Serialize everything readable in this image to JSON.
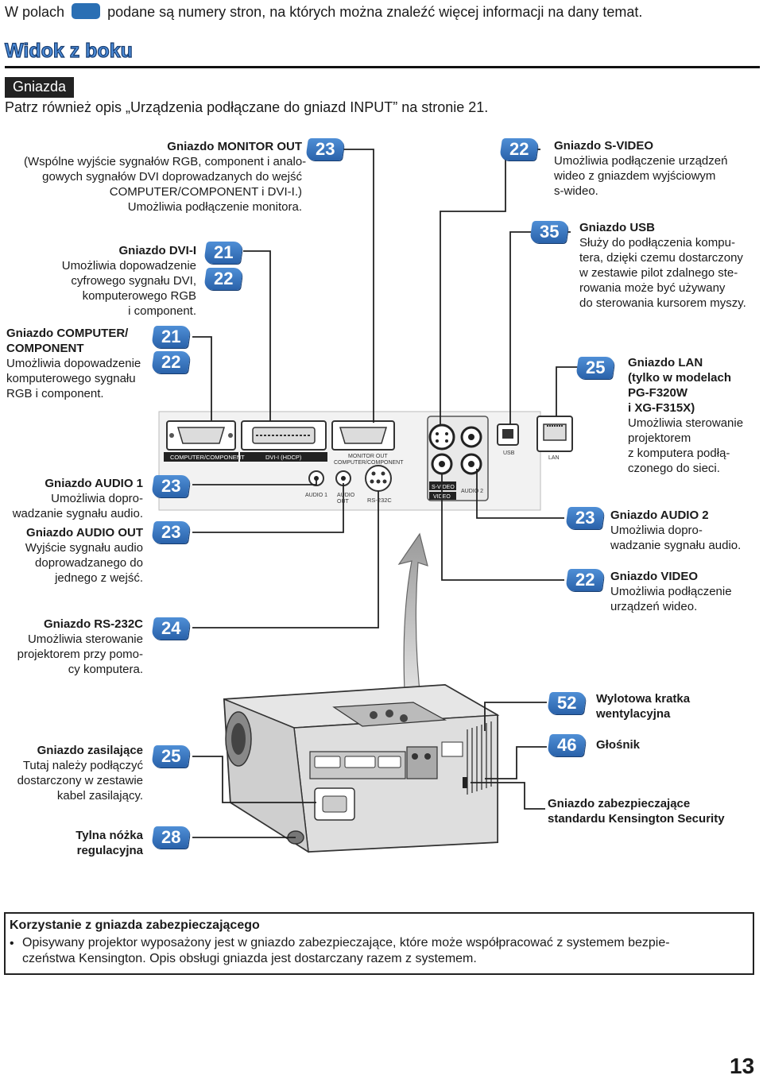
{
  "header": {
    "intro_before": "W polach",
    "page_icon": "page-number-badge",
    "intro_after": "podane są numery stron, na których można znaleźć więcej informacji na dany temat.",
    "section_title": "Widok z boku",
    "subsection": "Gniazda",
    "see_also": "Patrz również opis „Urządzenia podłączane do gniazd INPUT” na stronie 21."
  },
  "labels": {
    "monitor_out": {
      "title": "Gniazdo MONITOR OUT",
      "lines": [
        "(Wspólne wyjście sygnałów RGB, component i analo-",
        "gowych sygnałów DVI doprowadzanych do wejść",
        "COMPUTER/COMPONENT i DVI-I.)",
        "Umożliwia podłączenie monitora."
      ],
      "pages": [
        "23"
      ]
    },
    "dvi_i": {
      "title": "Gniazdo DVI-I",
      "lines": [
        "Umożliwia dopowadzenie",
        "cyfrowego sygnału DVI,",
        "komputerowego RGB",
        "i component."
      ],
      "pages": [
        "21",
        "22"
      ]
    },
    "computer_component": {
      "title_lines": [
        "Gniazdo COMPUTER/",
        "COMPONENT"
      ],
      "lines": [
        "Umożliwia dopowadzenie",
        "komputerowego sygnału",
        "RGB i component."
      ],
      "pages": [
        "21",
        "22"
      ]
    },
    "audio1": {
      "title": "Gniazdo AUDIO 1",
      "lines": [
        "Umożliwia dopro-",
        "wadzanie sygnału audio."
      ],
      "pages": [
        "23"
      ]
    },
    "audio_out": {
      "title": "Gniazdo AUDIO OUT",
      "lines": [
        "Wyjście sygnału audio",
        "doprowadzanego do",
        "jednego z wejść."
      ],
      "pages": [
        "23"
      ]
    },
    "rs232c": {
      "title": "Gniazdo RS-232C",
      "lines": [
        "Umożliwia sterowanie",
        "projektorem przy pomo-",
        "cy komputera."
      ],
      "pages": [
        "24"
      ]
    },
    "power": {
      "title": "Gniazdo  zasilające",
      "lines": [
        "Tutaj należy podłączyć",
        "dostarczony w zestawie",
        "kabel zasilający."
      ],
      "pages": [
        "25"
      ]
    },
    "foot": {
      "title_lines": [
        "Tylna nóżka",
        "regulacyjna"
      ],
      "pages": [
        "28"
      ]
    },
    "svideo": {
      "title": "Gniazdo S-VIDEO",
      "lines": [
        "Umożliwia podłączenie urządzeń",
        "wideo z gniazdem wyjściowym",
        "s-wideo."
      ],
      "pages": [
        "22"
      ]
    },
    "usb": {
      "title": "Gniazdo USB",
      "lines": [
        "Służy do podłączenia kompu-",
        "tera, dzięki czemu dostarczony",
        "w zestawie pilot zdalnego ste-",
        "rowania może być używany",
        "do sterowania kursorem myszy."
      ],
      "pages": [
        "35"
      ]
    },
    "lan": {
      "title_lines": [
        "Gniazdo LAN",
        "(tylko w modelach",
        "PG-F320W",
        "i XG-F315X)"
      ],
      "lines": [
        "Umożliwia sterowanie",
        "projektorem",
        "z komputera podłą-",
        "czonego do sieci."
      ],
      "pages": [
        "25"
      ]
    },
    "audio2": {
      "title": "Gniazdo AUDIO 2",
      "lines": [
        "Umożliwia dopro-",
        "wadzanie sygnału audio."
      ],
      "pages": [
        "23"
      ]
    },
    "video": {
      "title": "Gniazdo VIDEO",
      "lines": [
        "Umożliwia podłączenie",
        "urządzeń wideo."
      ],
      "pages": [
        "22"
      ]
    },
    "vent": {
      "title_lines": [
        "Wylotowa kratka",
        "wentylacyjna"
      ],
      "pages": [
        "52"
      ]
    },
    "speaker": {
      "title": "Głośnik",
      "pages": [
        "46"
      ]
    },
    "kensington": {
      "title_lines": [
        "Gniazdo zabezpieczające",
        "standardu Kensington Security"
      ]
    }
  },
  "panel_labels": {
    "computer_component": "COMPUTER/COMPONENT",
    "dvi": "DVI-I (HDCP)",
    "monitor_out": [
      "MONITOR OUT",
      "COMPUTER/COMPONENT"
    ],
    "audio1": "AUDIO 1",
    "audio_out": [
      "AUDIO",
      "OUT"
    ],
    "rs232c": "RS-232C",
    "svideo": "S-VIDEO",
    "video": "VIDEO",
    "audio2": "AUDIO 2",
    "usb": "USB",
    "lan": "LAN"
  },
  "note": {
    "title": "Korzystanie z gniazda zabezpieczającego",
    "bullet": "•",
    "lines": [
      "Opisywany projektor wyposażony jest w gniazdo zabezpieczające, które może współpracować z systemem bezpie-",
      "czeństwa Kensington. Opis obsługi gniazda jest dostarczany razem z systemem."
    ]
  },
  "page_number": "13",
  "colors": {
    "badge": "#2a62aa",
    "title": "#4d8cd8",
    "panel": "#f2f2f2"
  }
}
